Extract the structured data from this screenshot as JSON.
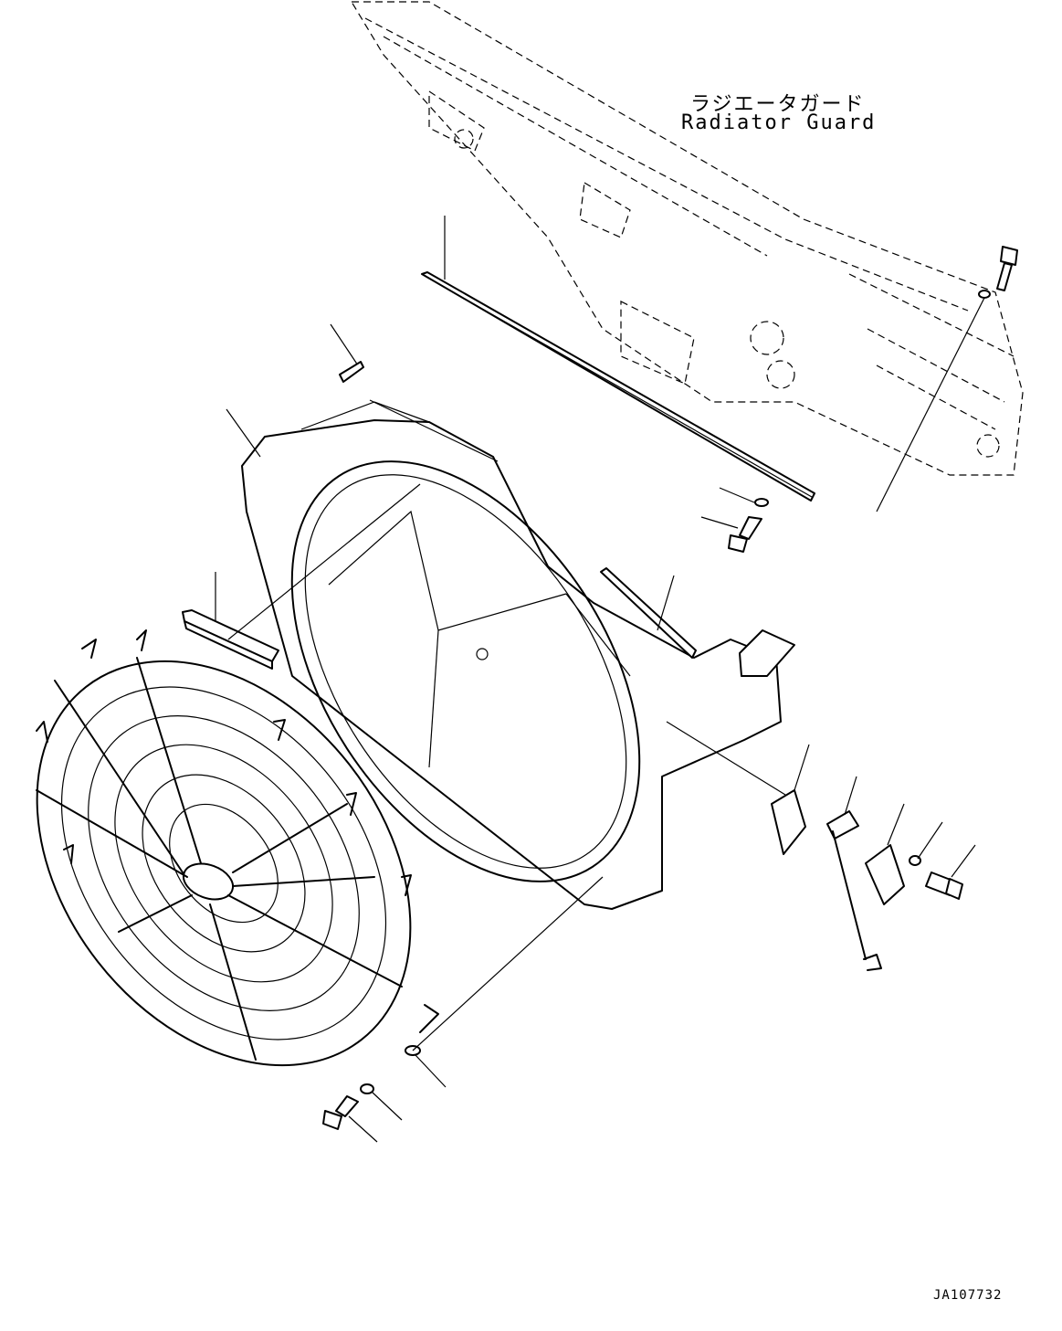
{
  "labels": {
    "radiator_guard_jp": "ラジエータガード",
    "radiator_guard_en": "Radiator Guard",
    "drawing_id": "JA107732"
  }
}
